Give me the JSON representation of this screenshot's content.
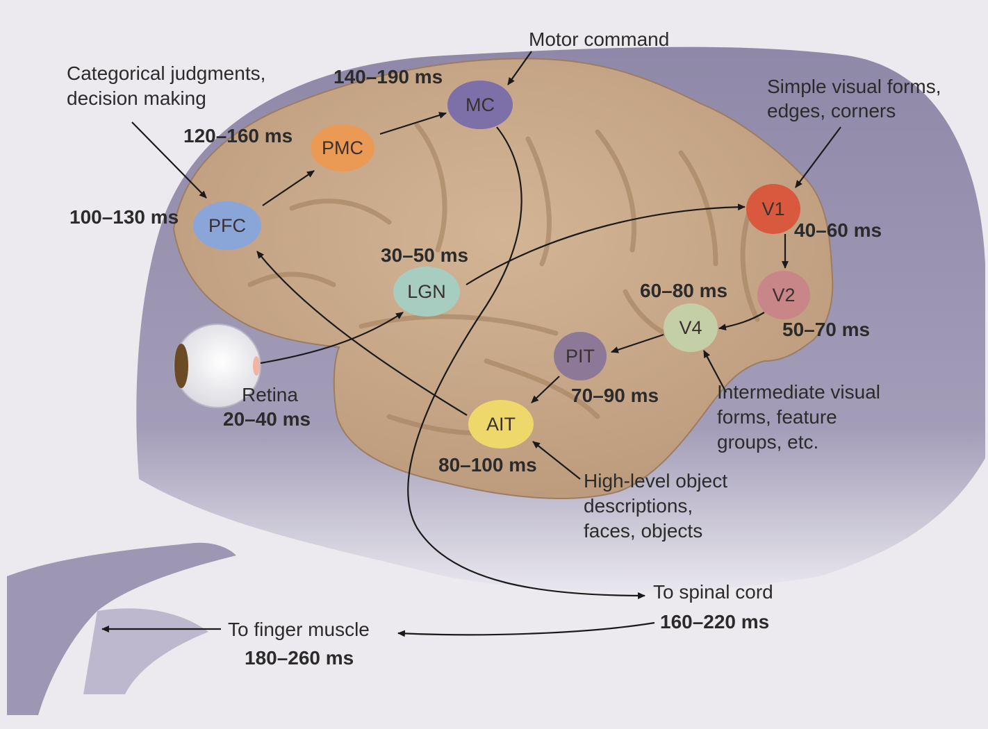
{
  "colors": {
    "background": "#eceaee",
    "head": "#8f88a8",
    "brain": "#c9a98a",
    "PFC": "#8aa6d8",
    "PMC": "#eb9a55",
    "MC": "#7d6fa8",
    "V1": "#d9593e",
    "V2": "#c88688",
    "V4": "#c4cfa8",
    "LGN": "#a7cdc0",
    "PIT": "#8d7898",
    "AIT": "#eed86c"
  },
  "nodes": {
    "PFC": "PFC",
    "PMC": "PMC",
    "MC": "MC",
    "V1": "V1",
    "V2": "V2",
    "V4": "V4",
    "LGN": "LGN",
    "PIT": "PIT",
    "AIT": "AIT"
  },
  "timings": {
    "pfc": "100–130 ms",
    "pmc": "120–160 ms",
    "mc": "140–190 ms",
    "v1": "40–60 ms",
    "v2": "50–70 ms",
    "v4": "60–80 ms",
    "lgn": "30–50 ms",
    "pit": "70–90 ms",
    "ait": "80–100 ms",
    "retina": "20–40 ms",
    "spinal": "160–220 ms",
    "finger": "180–260 ms"
  },
  "labels": {
    "motor_command": "Motor command",
    "categorical": [
      "Categorical judgments,",
      "decision making"
    ],
    "simple_forms": [
      "Simple visual forms,",
      "edges, corners"
    ],
    "intermediate": [
      "Intermediate visual",
      "forms, feature",
      "groups, etc."
    ],
    "high_level": [
      "High-level object",
      "descriptions,",
      "faces, objects"
    ],
    "retina": "Retina",
    "spinal_cord": "To spinal cord",
    "finger_muscle": "To finger muscle"
  }
}
